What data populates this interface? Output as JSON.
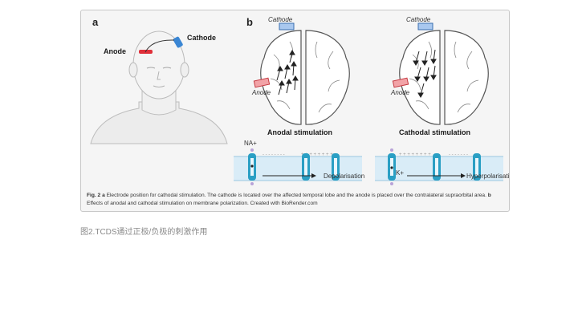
{
  "figure": {
    "panel_a": {
      "letter": "a",
      "anode_label": "Anode",
      "cathode_label": "Cathode"
    },
    "panel_b": {
      "letter": "b",
      "left": {
        "cathode_label": "Cathode",
        "anode_label": "Anode",
        "title": "Anodal stimulation",
        "ion_label": "NA+",
        "effect_label": "Depolarisation"
      },
      "right": {
        "cathode_label": "Cathode",
        "anode_label": "Anode",
        "title": "Cathodal stimulation",
        "ion_label": "K+",
        "effect_label": "Hyperpolarisation"
      }
    },
    "caption": {
      "fig_id": "Fig. 2",
      "a_letter": "a",
      "a_text": " Electrode position for cathodal stimulation. The cathode is located over the affected temporal lobe and the anode is placed over the contralateral supraorbital area. ",
      "b_letter": "b",
      "b_text": " Effects of anodal and cathodal stimulation on membrane polarization. Created with BioRender.com"
    },
    "colors": {
      "anode": "#e0303a",
      "cathode": "#3a86d4",
      "membrane": "#d9ecf7",
      "channel": "#2a9fc4"
    }
  },
  "note": "图2.TCDS通过正极/负极的刺激作用"
}
